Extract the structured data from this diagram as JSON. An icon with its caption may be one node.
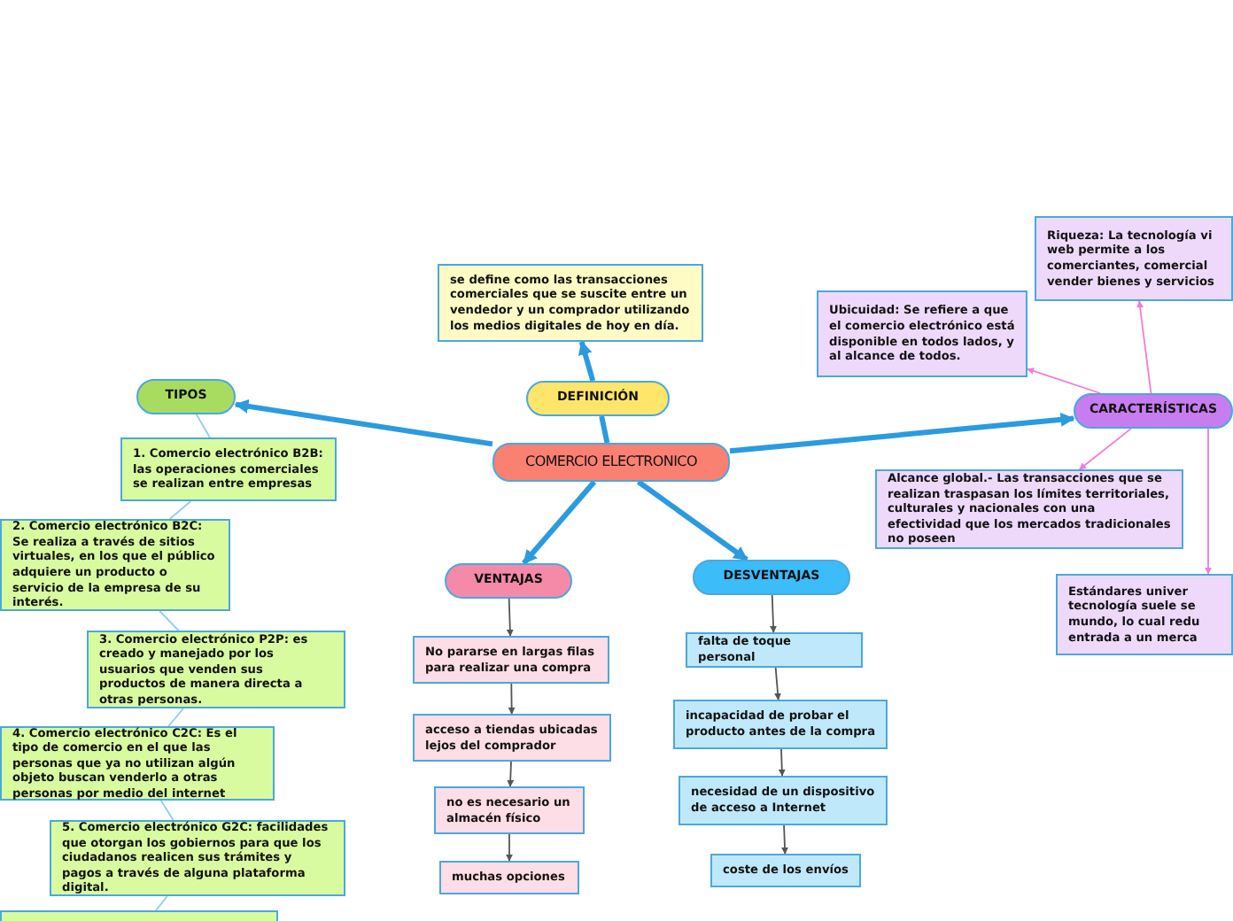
{
  "diagram": {
    "nodes": [
      {
        "text": [
          "COMERCIO ELECTRONICO"
        ]
      },
      {
        "text": [
          "DEFINICIÓN"
        ]
      },
      {
        "text": [
          "se define como las transacciones comerciales que se suscite entre un vendedor y un comprador utilizando los medios digitales de hoy en día."
        ]
      },
      {
        "text": [
          "TIPOS"
        ]
      },
      {
        "text": [
          "1. Comercio electrónico B2B: las operaciones comerciales se realizan entre empresas"
        ]
      },
      {
        "text": [
          "2. Comercio electrónico B2C: Se realiza a través de sitios virtuales, en los que el público adquiere un producto o servicio de la empresa de su interés."
        ]
      },
      {
        "text": [
          "3. Comercio electrónico P2P: es creado y manejado por los usuarios que venden sus productos de manera directa a otras personas."
        ]
      },
      {
        "text": [
          "4. Comercio electrónico C2C: Es el tipo de comercio en el que las personas que ya no utilizan algún objeto buscan venderlo a otras personas por medio del internet"
        ]
      },
      {
        "text": [
          "5. Comercio electrónico G2C: facilidades que otorgan los gobiernos para que los ciudadanos realicen sus trámites y pagos a través de alguna plataforma digital."
        ]
      },
      {
        "text": [],
        "shape": "box"
      },
      {
        "text": [
          "VENTAJAS"
        ]
      },
      {
        "text": [
          "No pararse en largas filas para realizar una compra"
        ]
      },
      {
        "text": [
          "acceso a tiendas ubicadas lejos del comprador"
        ]
      },
      {
        "text": [
          "no es necesario un almacén físico"
        ]
      },
      {
        "text": [
          "muchas opciones"
        ]
      },
      {
        "text": [
          "DESVENTAJAS"
        ]
      },
      {
        "text": [
          "falta de toque personal"
        ]
      },
      {
        "text": [
          "incapacidad de probar el producto antes de la compra"
        ]
      },
      {
        "text": [
          "necesidad de un dispositivo de acceso a Internet"
        ]
      },
      {
        "text": [
          "coste de los envíos"
        ]
      },
      {
        "text": [
          "CARACTERÍSTICAS"
        ]
      },
      {
        "text": [
          "Ubicuidad: Se refiere a que el comercio electrónico está disponible en todos lados, y al alcance de todos."
        ]
      },
      {
        "text": [
          "Riqueza: La tecnología vi web permite a los comerciantes, comercial vender bienes y servicios"
        ]
      },
      {
        "text": [
          "Alcance global.- Las transacciones que se realizan traspasan los límites territoriales, culturales y nacionales con una efectividad que los mercados tradicionales no poseen"
        ]
      },
      {
        "text": [
          "Estándares univer tecnología suele se mundo, lo cual redu entrada a un merca"
        ]
      }
    ],
    "edges": [
      {
        "from": 0,
        "to": 1,
        "arrow": "none",
        "style": "thick",
        "color": "#2b9be0"
      },
      {
        "from": 1,
        "to": 2,
        "arrow": "to",
        "style": "thick",
        "color": "#2b9be0"
      },
      {
        "from": 0,
        "to": 3,
        "arrow": "to",
        "style": "thick",
        "color": "#2b9be0"
      },
      {
        "from": 0,
        "to": 10,
        "arrow": "to",
        "style": "thick",
        "color": "#2b9be0"
      },
      {
        "from": 0,
        "to": 15,
        "arrow": "to",
        "style": "thick",
        "color": "#2b9be0"
      },
      {
        "from": 0,
        "to": 20,
        "arrow": "to",
        "style": "thick",
        "color": "#2b9be0"
      },
      {
        "from": 3,
        "to": 4,
        "arrow": "none",
        "color": "#8fcdf0"
      },
      {
        "from": 4,
        "to": 5,
        "arrow": "none",
        "color": "#8fcdf0"
      },
      {
        "from": 5,
        "to": 6,
        "arrow": "none",
        "color": "#8fcdf0"
      },
      {
        "from": 6,
        "to": 7,
        "arrow": "none",
        "color": "#8fcdf0"
      },
      {
        "from": 7,
        "to": 8,
        "arrow": "none",
        "color": "#8fcdf0"
      },
      {
        "from": 8,
        "to": 9,
        "arrow": "none",
        "color": "#8fcdf0"
      },
      {
        "from": 10,
        "to": 11,
        "arrow": "to"
      },
      {
        "from": 11,
        "to": 12,
        "arrow": "to"
      },
      {
        "from": 12,
        "to": 13,
        "arrow": "to"
      },
      {
        "from": 13,
        "to": 14,
        "arrow": "to"
      },
      {
        "from": 15,
        "to": 16,
        "arrow": "to"
      },
      {
        "from": 16,
        "to": 17,
        "arrow": "to"
      },
      {
        "from": 17,
        "to": 18,
        "arrow": "to"
      },
      {
        "from": 18,
        "to": 19,
        "arrow": "to"
      },
      {
        "from": 20,
        "to": 21,
        "arrow": "to",
        "color": "#f27bd6"
      },
      {
        "from": 20,
        "to": 22,
        "arrow": "to",
        "color": "#f27bd6"
      },
      {
        "from": 20,
        "to": 23,
        "arrow": "to",
        "color": "#f27bd6"
      },
      {
        "from": 20,
        "to": 24,
        "arrow": "to",
        "color": "#f27bd6"
      }
    ]
  }
}
